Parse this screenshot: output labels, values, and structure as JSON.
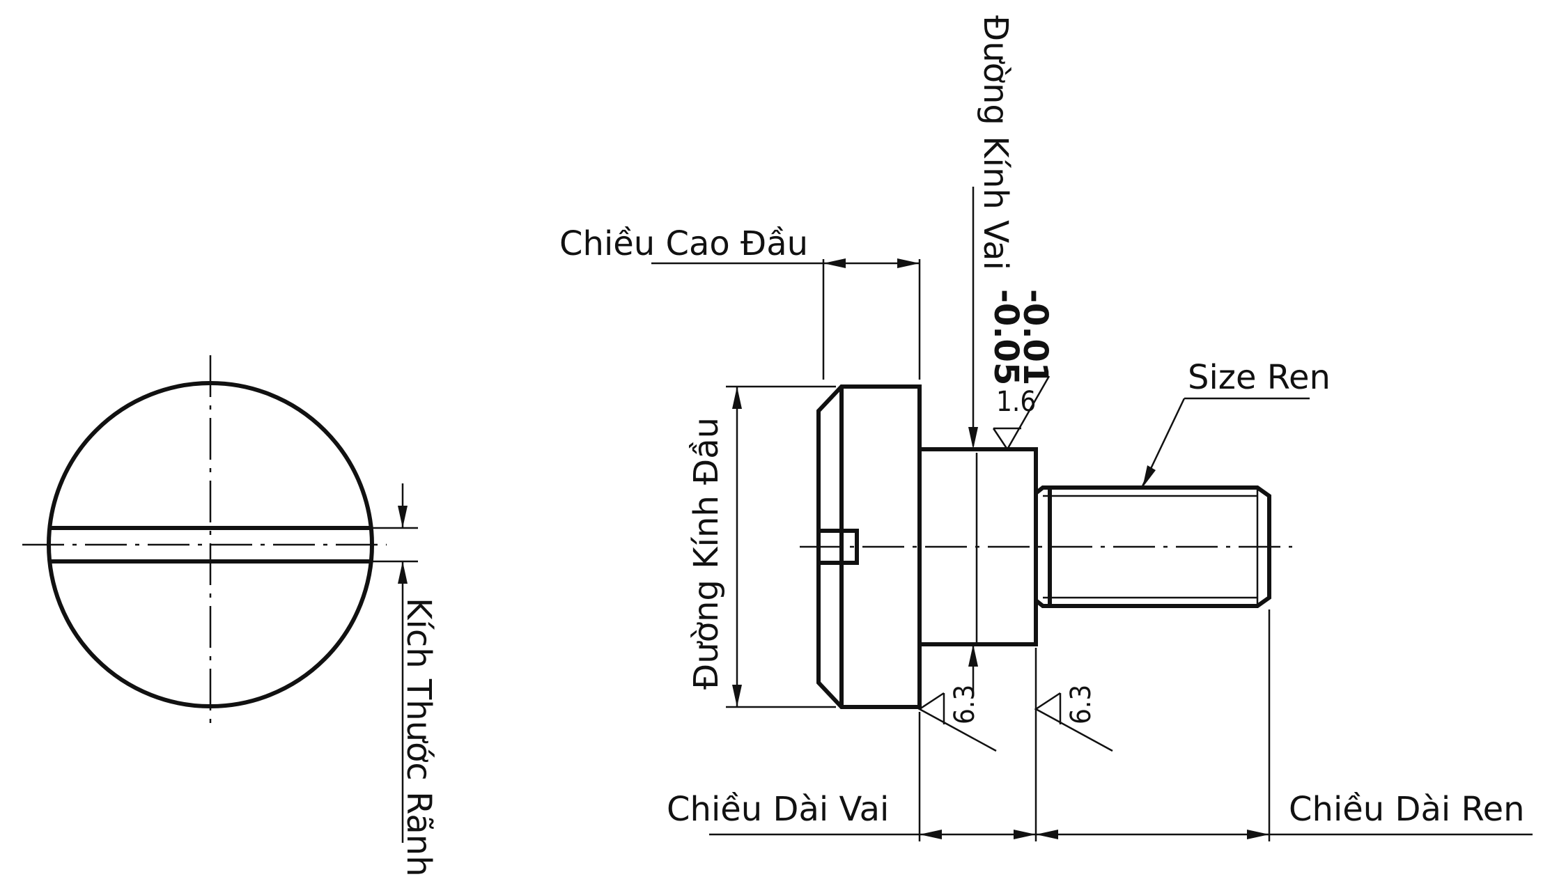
{
  "labels": {
    "head_height": "Chiều Cao Đầu",
    "shoulder_diameter": "Đường Kính Vai",
    "tol_upper": "-0.01",
    "tol_lower": "-0.05",
    "roughness_shoulder": "1.6",
    "thread_size": "Size Ren",
    "head_diameter": "Đường Kính Đầu",
    "slot_width": "Kích Thước Rãnh",
    "roughness_head": "6.3",
    "roughness_thread": "6.3",
    "shoulder_length": "Chiều Dài Vai",
    "thread_length": "Chiều Dài Ren"
  }
}
